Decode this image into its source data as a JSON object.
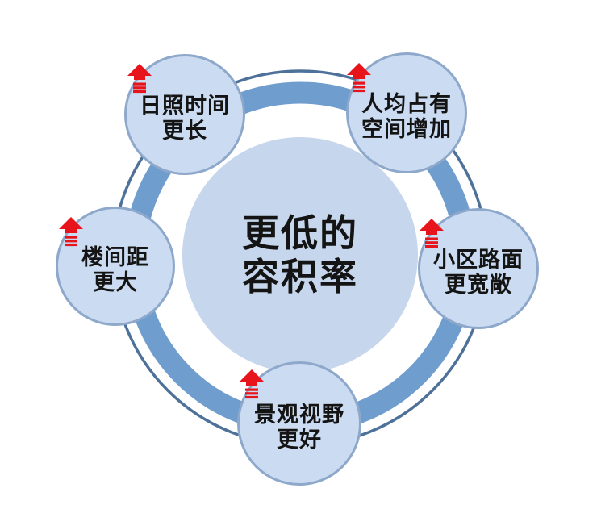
{
  "diagram_title": "更低的容积率",
  "center": {
    "lines": [
      "更低的",
      "容积率"
    ]
  },
  "satellites": [
    {
      "id": "sunshine-duration",
      "lines": [
        "日照时间",
        "更长"
      ]
    },
    {
      "id": "per-capita-space",
      "lines": [
        "人均占有",
        "空间增加"
      ]
    },
    {
      "id": "building-spacing",
      "lines": [
        "楼间距",
        "更大"
      ]
    },
    {
      "id": "community-road",
      "lines": [
        "小区路面",
        "更宽敞"
      ]
    },
    {
      "id": "landscape-view",
      "lines": [
        "景观视野",
        "更好"
      ]
    }
  ],
  "icons": {
    "satellite_marker": "up-arrow-icon"
  },
  "colors": {
    "background": "#ffffff",
    "circle_fill": "#cbdbf1",
    "center_fill": "#c6d6ec",
    "circle_border": "#8da8ca",
    "band": "#6f9dce",
    "ring_line": "#4e7199",
    "arrow_red": "#e8141c",
    "text": "#141414"
  }
}
